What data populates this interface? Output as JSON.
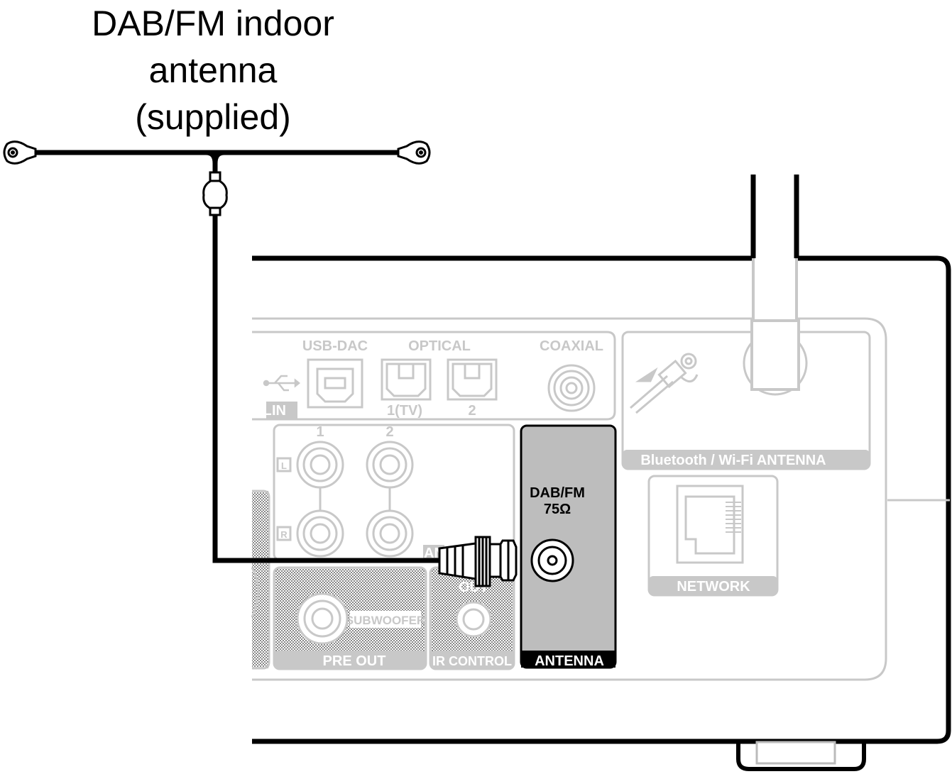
{
  "caption": {
    "line1": "DAB/FM indoor",
    "line2": "antenna",
    "line3": "(supplied)"
  },
  "panel": {
    "usb_dac": "USB-DAC",
    "optical": "OPTICAL",
    "coaxial": "COAXIAL",
    "optical_1": "1(TV)",
    "optical_2": "2",
    "digital_in_fragment": "AL",
    "in": "IN",
    "analog_1": "1",
    "analog_2": "2",
    "left": "L",
    "right": "R",
    "analog_fragment": "AN",
    "out": "OUT",
    "subwoofer": "SUBWOOFER",
    "pre_out": "PRE OUT",
    "ir_control": "IR CONTROL",
    "dabfm": "DAB/FM",
    "ohm": "75Ω",
    "antenna": "ANTENNA",
    "bt_wifi": "Bluetooth / Wi-Fi ANTENNA",
    "network": "NETWORK"
  },
  "colors": {
    "outline": "#000000",
    "faded": "#c8c8c8",
    "antenna_panel": "#bdbdbd",
    "label_bg": "#000000"
  },
  "icons": [
    "usb-icon",
    "antenna-attach-icon",
    "ethernet-port-icon"
  ]
}
